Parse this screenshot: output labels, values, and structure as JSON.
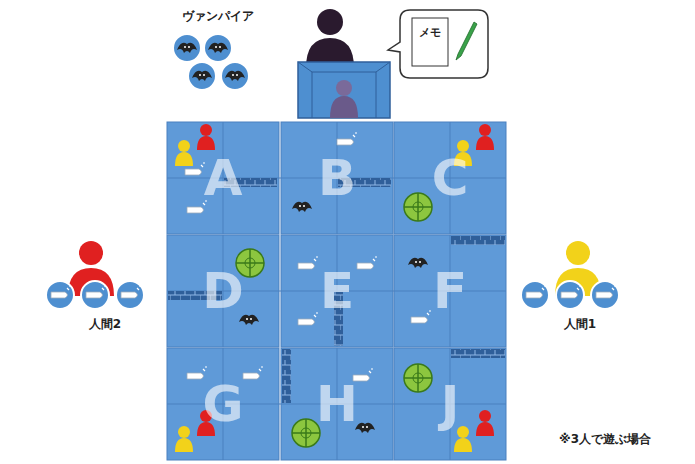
{
  "diagram": {
    "nodes": [
      {
        "text": [
          "メモ"
        ]
      },
      {
        "text": [
          "A"
        ]
      },
      {
        "text": [
          "B"
        ]
      },
      {
        "text": [
          "C"
        ]
      },
      {
        "text": [
          "D"
        ]
      },
      {
        "text": [
          "E"
        ]
      },
      {
        "text": [
          "F"
        ]
      },
      {
        "text": [
          "G"
        ]
      },
      {
        "text": [
          "H"
        ]
      },
      {
        "text": [
          "J"
        ]
      }
    ],
    "labels": [
      "ヴァンパイア",
      "人間2",
      "人間1",
      "※3人で遊ぶ場合"
    ]
  }
}
